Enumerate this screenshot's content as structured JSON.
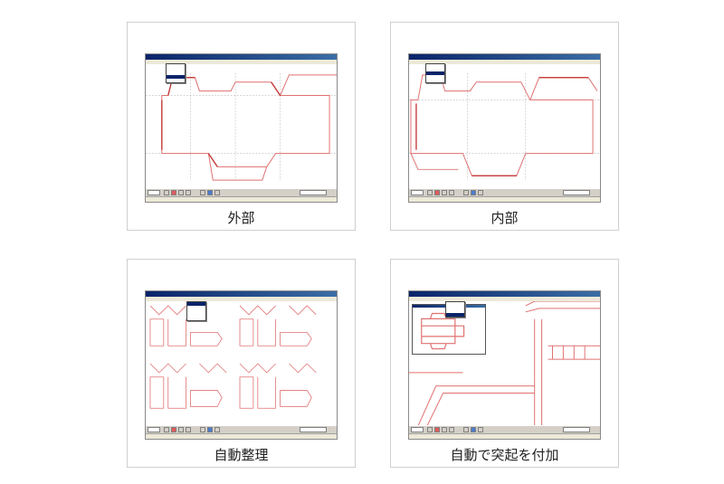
{
  "panels": [
    {
      "id": "outer",
      "caption": "外部"
    },
    {
      "id": "inner",
      "caption": "内部"
    },
    {
      "id": "auto-arrange",
      "caption": "自動整理"
    },
    {
      "id": "auto-bump",
      "caption": "自動で突起を付加"
    }
  ],
  "colors": {
    "die_line": "#e07070",
    "crease_line": "#9a9a9a",
    "card_border": "#cfcfcf",
    "titlebar": "#0a246a"
  }
}
